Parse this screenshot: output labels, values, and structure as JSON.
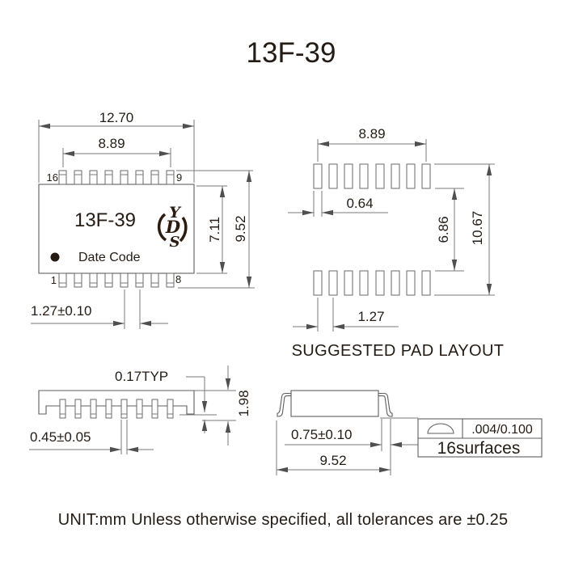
{
  "title": "13F-39",
  "colors": {
    "line": "#5f5f5f",
    "dim_line": "#787878",
    "text": "#241c14",
    "logo": "#2b1b10"
  },
  "top_view": {
    "part_number": "13F-39",
    "date_code": "Date Code",
    "pins": {
      "top_left": "16",
      "top_right": "9",
      "bottom_left": "1",
      "bottom_right": "8"
    },
    "logo_letters": [
      "Y",
      "D",
      "S"
    ],
    "dim_overall_width": "12.70",
    "dim_lead_span": "8.89",
    "dim_body_height": "7.11",
    "dim_overall_height": "9.52",
    "dim_lead_pitch": "1.27±0.10"
  },
  "pad_layout": {
    "caption": "SUGGESTED PAD LAYOUT",
    "dim_row_span": "8.89",
    "dim_pad_width": "0.64",
    "dim_inner_gap": "6.86",
    "dim_overall_height": "10.67",
    "dim_pad_pitch": "1.27"
  },
  "front_view": {
    "dim_lead_thickness": "0.17TYP",
    "dim_height": "1.98",
    "dim_lead_width": "0.45±0.05"
  },
  "side_view": {
    "dim_foot_length": "0.75±0.10",
    "dim_lead_span": "9.52",
    "flatness_tolerance": ".004/0.100",
    "flatness_surfaces": "16surfaces"
  },
  "footer": {
    "note": "UNIT:mm Unless otherwise specified, all tolerances are ±0.25"
  }
}
